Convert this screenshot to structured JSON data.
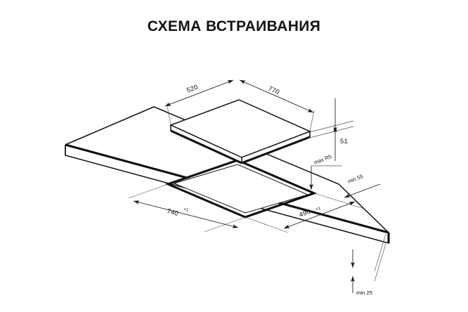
{
  "title": "СХЕМА ВСТРАИВАНИЯ",
  "dimensions": {
    "cooktop_depth": "520",
    "cooktop_width": "770",
    "cooktop_height": "51",
    "cutout_width": "740",
    "cutout_width_tol": "+1",
    "cutout_depth": "490",
    "cutout_depth_tol": "+1",
    "corner_radius": "max R5",
    "edge_clearance": "min 55",
    "worktop_thickness": "min 25"
  },
  "colors": {
    "line": "#101010",
    "background": "#ffffff",
    "dimension": "#1a1a1a"
  }
}
